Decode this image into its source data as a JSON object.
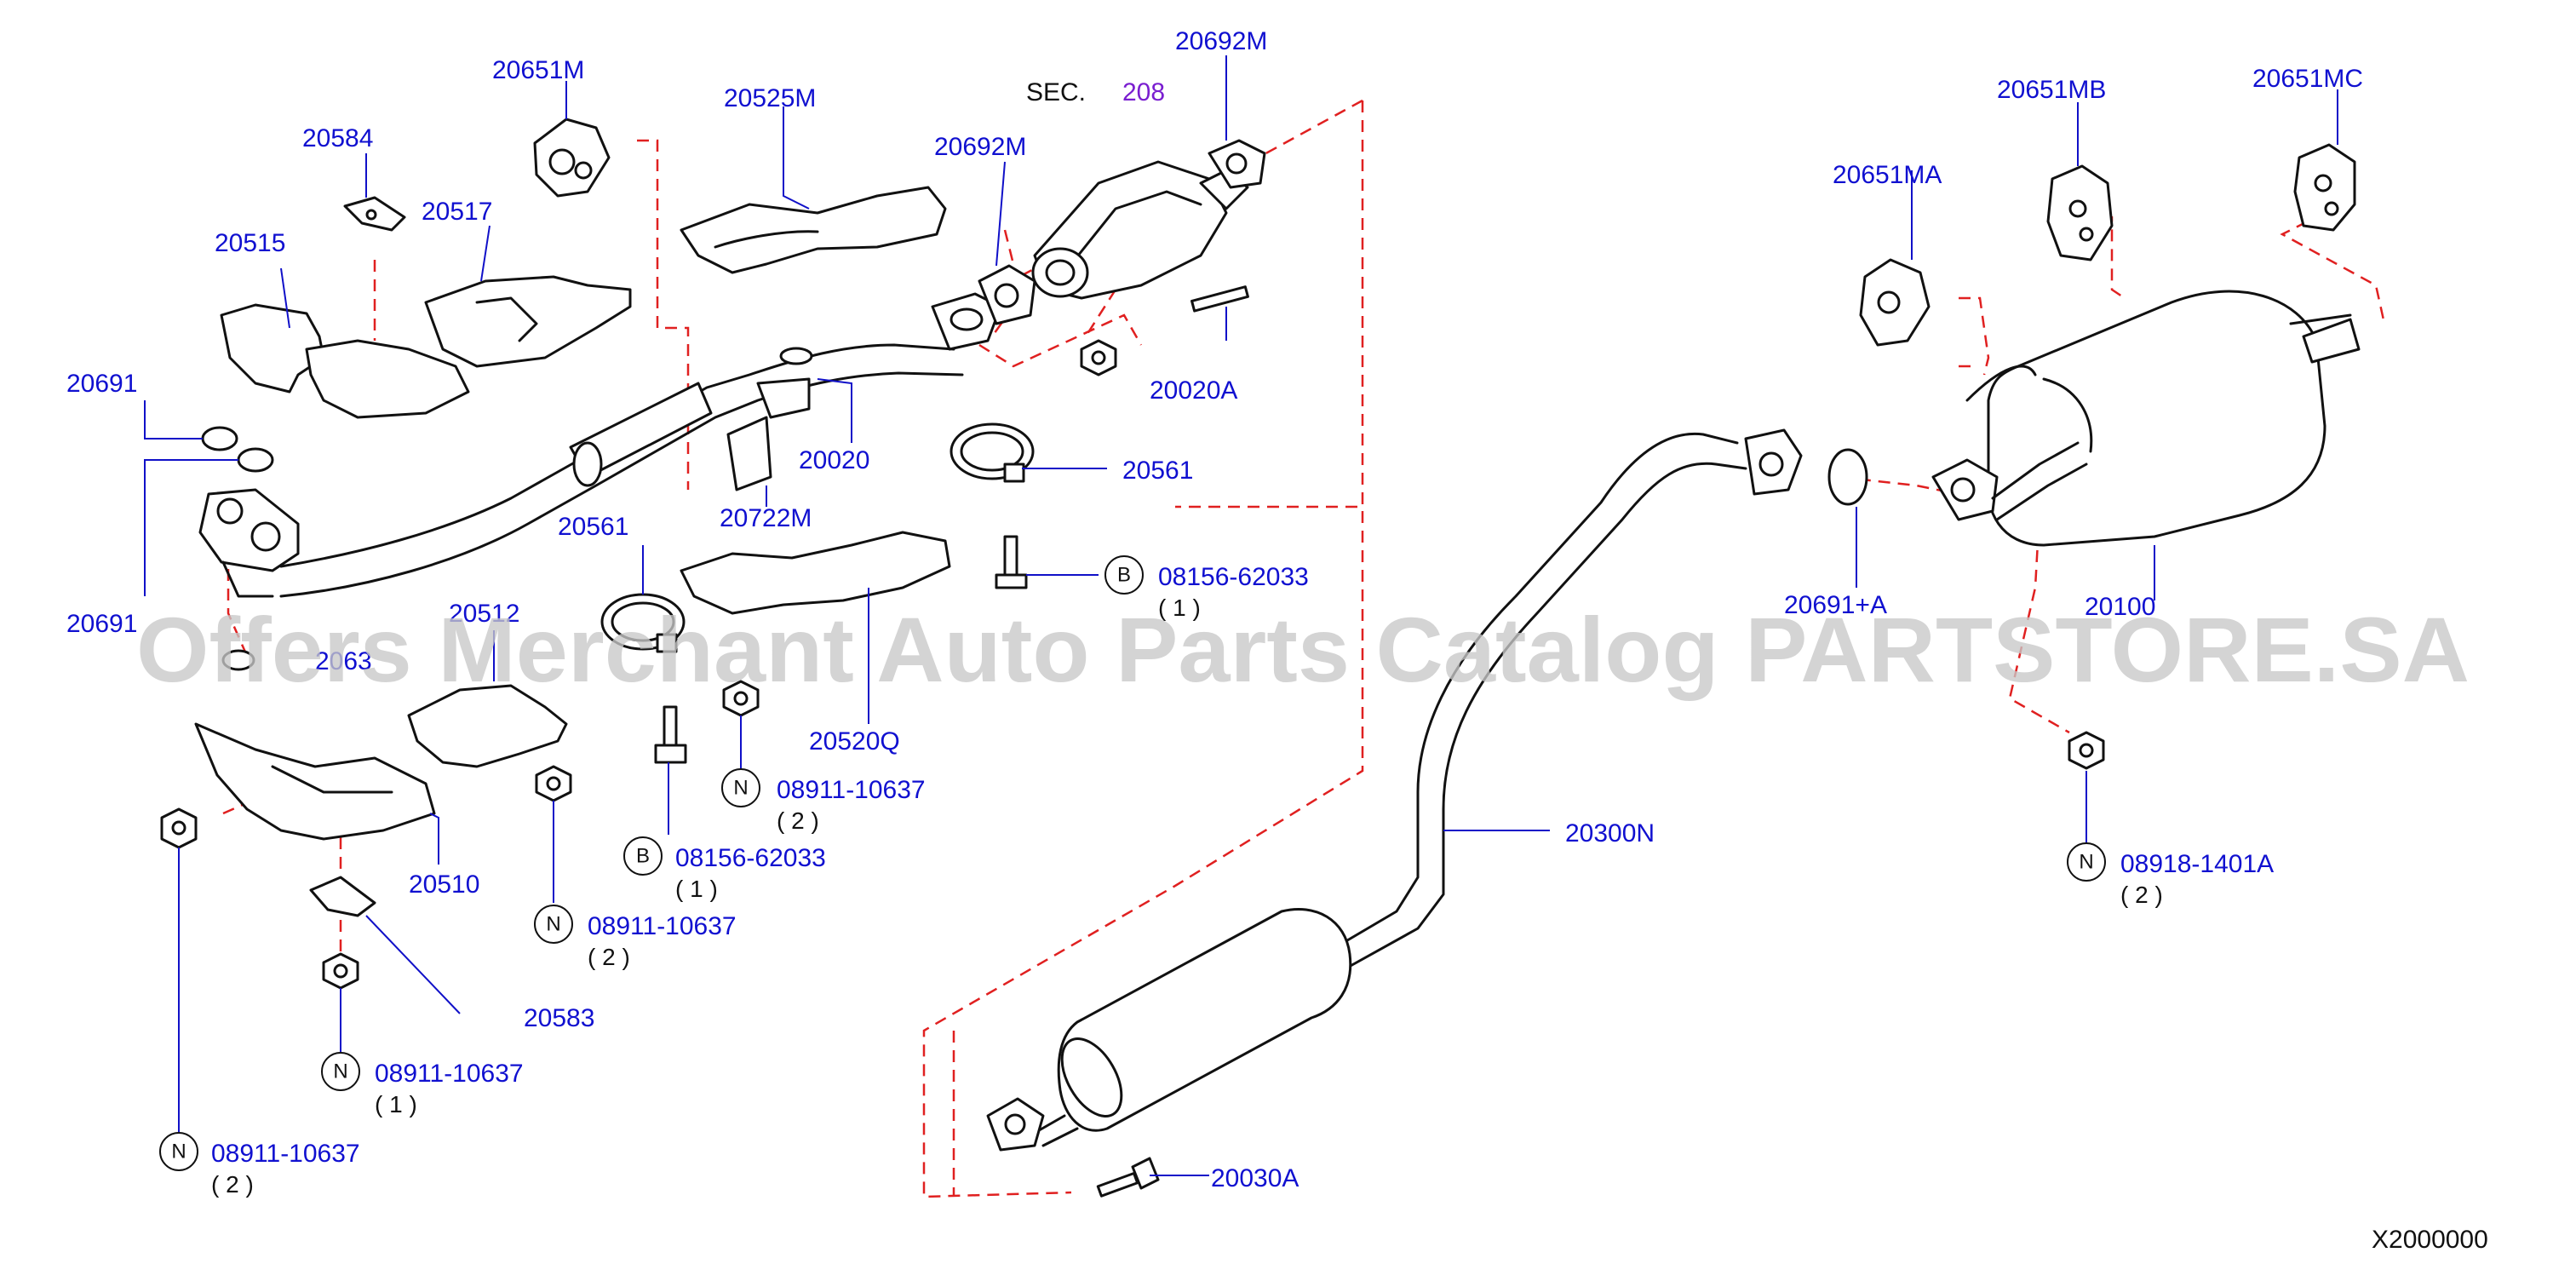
{
  "diagram": {
    "sec_text": "SEC.",
    "sec_number": "208",
    "drawing_id": "X2000000",
    "watermark": "Offers Merchant Auto Parts Catalog PARTSTORE.SA"
  },
  "labels": {
    "p20651M": "20651M",
    "p20525M": "20525M",
    "p20692M_top": "20692M",
    "p20692M": "20692M",
    "p20584": "20584",
    "p20517": "20517",
    "p20515": "20515",
    "p20691_a": "20691",
    "p20691_b": "20691",
    "p20020A": "20020A",
    "p20020": "20020",
    "p20722M": "20722M",
    "p20561_r": "20561",
    "p20561_l": "20561",
    "p20512": "20512",
    "p20520Q": "20520Q",
    "p20510": "20510",
    "p20583": "20583",
    "p20300N": "20300N",
    "p20030A": "20030A",
    "p20651MA": "20651MA",
    "p20651MB": "20651MB",
    "p20651MC": "20651MC",
    "p20691A": "20691+A",
    "p20100": "20100",
    "p20030_partial": "2063"
  },
  "callouts": [
    {
      "badge": "B",
      "code": "08156-62033",
      "qty": "( 1 )"
    },
    {
      "badge": "N",
      "code": "08911-10637",
      "qty": "( 2 )"
    },
    {
      "badge": "B",
      "code": "08156-62033",
      "qty": "( 1 )"
    },
    {
      "badge": "N",
      "code": "08911-10637",
      "qty": "( 2 )"
    },
    {
      "badge": "N",
      "code": "08911-10637",
      "qty": "( 1 )"
    },
    {
      "badge": "N",
      "code": "08911-10637",
      "qty": "( 2 )"
    },
    {
      "badge": "N",
      "code": "08918-1401A",
      "qty": "( 2 )"
    }
  ],
  "colors": {
    "label": "#1010d0",
    "leader": "#1010c8",
    "dashed_guide": "#e02020",
    "section_ref": "#7a1ed0",
    "outline": "#111111"
  }
}
